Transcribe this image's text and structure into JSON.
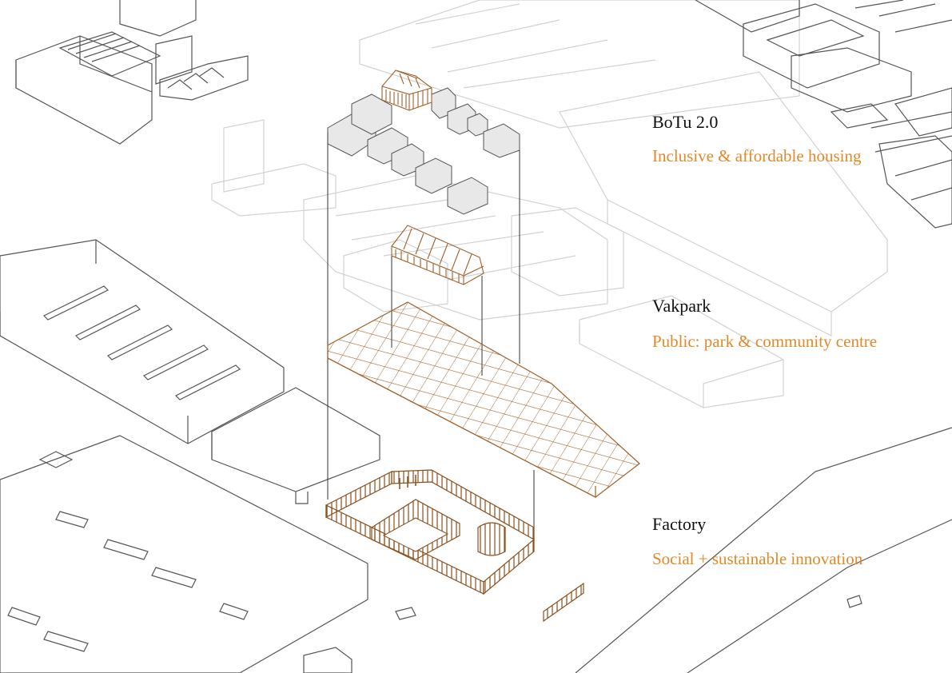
{
  "colors": {
    "accent": "#e08a2c",
    "timber": "#a0612a",
    "ink": "#111111",
    "context_dark": "#555555",
    "context_light": "#d2d2d2"
  },
  "layers": [
    {
      "id": "botu",
      "title": "BoTu 2.0",
      "subtitle": "Inclusive & affordable housing"
    },
    {
      "id": "vakpark",
      "title": "Vakpark",
      "subtitle": "Public: park & community centre"
    },
    {
      "id": "factory",
      "title": "Factory",
      "subtitle": "Social + sustainable innovation"
    }
  ]
}
